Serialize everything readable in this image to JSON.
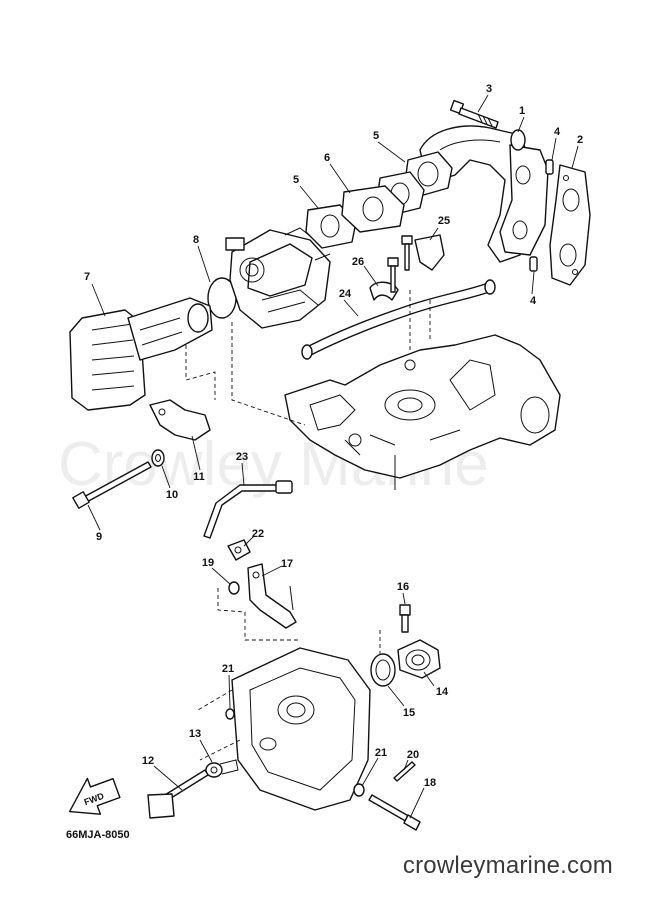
{
  "watermark": "Crowley Marine",
  "diagram_code": "66MJA-8050",
  "fwd_label": "FWD",
  "site_url": "crowleymarine.com",
  "callouts": [
    {
      "id": "1",
      "label": "1"
    },
    {
      "id": "2",
      "label": "2"
    },
    {
      "id": "3",
      "label": "3"
    },
    {
      "id": "4a",
      "label": "4"
    },
    {
      "id": "4b",
      "label": "4"
    },
    {
      "id": "5a",
      "label": "5"
    },
    {
      "id": "5b",
      "label": "5"
    },
    {
      "id": "6",
      "label": "6"
    },
    {
      "id": "7",
      "label": "7"
    },
    {
      "id": "8",
      "label": "8"
    },
    {
      "id": "9",
      "label": "9"
    },
    {
      "id": "10",
      "label": "10"
    },
    {
      "id": "11",
      "label": "11"
    },
    {
      "id": "12",
      "label": "12"
    },
    {
      "id": "13",
      "label": "13"
    },
    {
      "id": "14",
      "label": "14"
    },
    {
      "id": "15",
      "label": "15"
    },
    {
      "id": "16",
      "label": "16"
    },
    {
      "id": "17",
      "label": "17"
    },
    {
      "id": "18",
      "label": "18"
    },
    {
      "id": "19",
      "label": "19"
    },
    {
      "id": "20",
      "label": "20"
    },
    {
      "id": "21a",
      "label": "21"
    },
    {
      "id": "21b",
      "label": "21"
    },
    {
      "id": "22",
      "label": "22"
    },
    {
      "id": "23",
      "label": "23"
    },
    {
      "id": "24",
      "label": "24"
    },
    {
      "id": "25",
      "label": "25"
    },
    {
      "id": "26",
      "label": "26"
    }
  ]
}
